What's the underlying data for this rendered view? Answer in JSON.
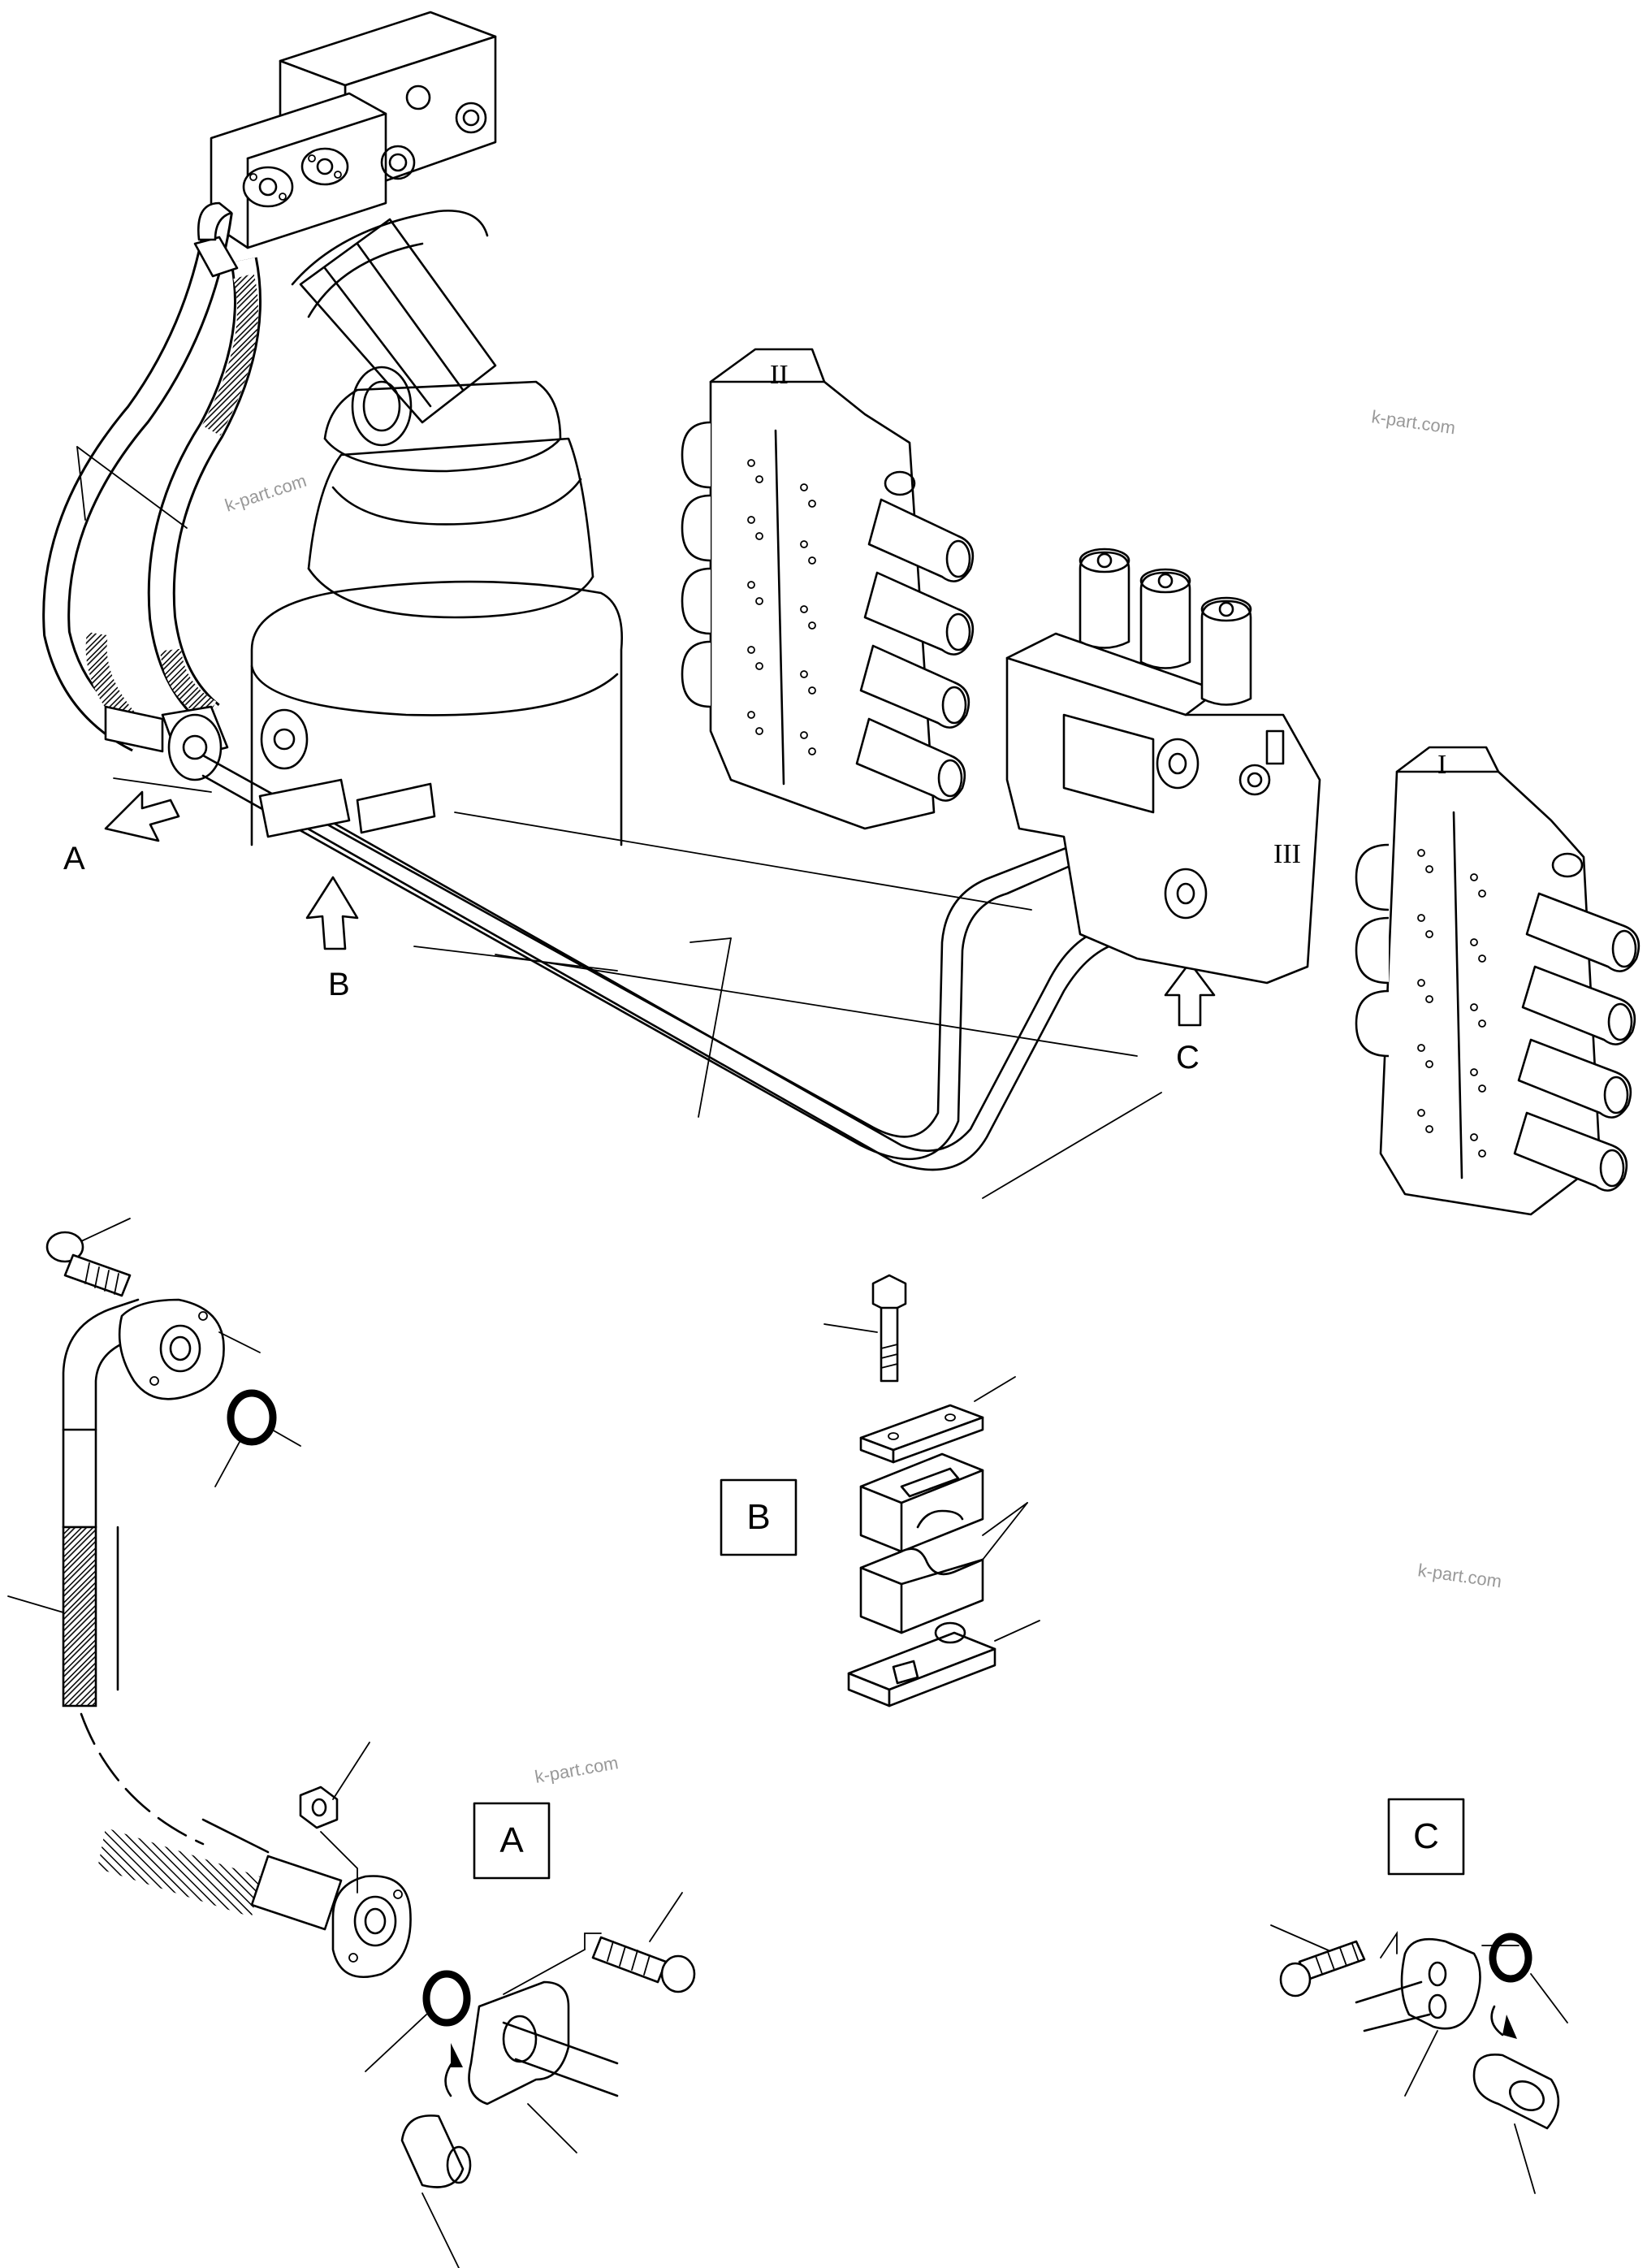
{
  "callouts": {
    "a": "A",
    "b": "B",
    "c": "C"
  },
  "detail_boxes": {
    "a": "A",
    "b": "B",
    "c": "C"
  },
  "valve_labels": {
    "i": "I",
    "ii": "II",
    "iii": "III"
  },
  "watermarks": {
    "text": "k-part.com"
  },
  "icons": {
    "hose_cover": "crosshatch-pattern",
    "o_ring": "ring",
    "cap_screw": "bolt",
    "nut": "hex-nut"
  }
}
